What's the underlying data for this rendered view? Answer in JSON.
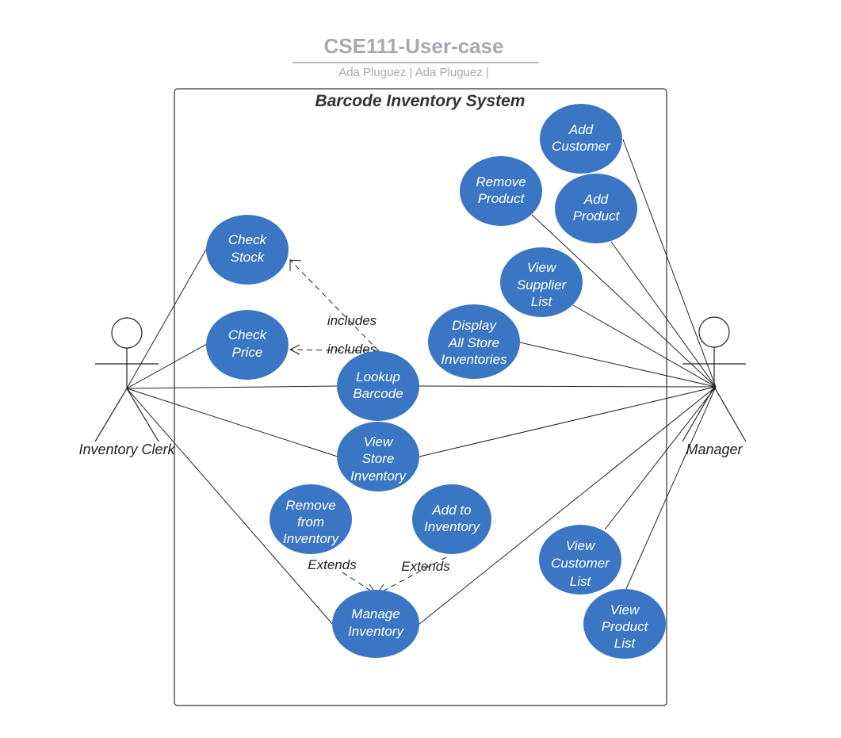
{
  "page": {
    "title": "CSE111-User-case",
    "subtitle": "Ada Pluguez | Ada Pluguez  |"
  },
  "system": {
    "title": "Barcode Inventory System"
  },
  "actors": [
    {
      "id": "clerk",
      "label": "Inventory Clerk"
    },
    {
      "id": "manager",
      "label": "Manager"
    }
  ],
  "use_cases": [
    {
      "id": "add-customer",
      "lines": [
        "Add",
        "Customer"
      ]
    },
    {
      "id": "remove-product",
      "lines": [
        "Remove",
        "Product"
      ]
    },
    {
      "id": "add-product",
      "lines": [
        "Add",
        "Product"
      ]
    },
    {
      "id": "check-stock",
      "lines": [
        "Check",
        "Stock"
      ]
    },
    {
      "id": "view-supplier-list",
      "lines": [
        "View",
        "Supplier",
        "List"
      ]
    },
    {
      "id": "check-price",
      "lines": [
        "Check",
        "Price"
      ]
    },
    {
      "id": "display-all-store-inventories",
      "lines": [
        "Display",
        "All Store",
        "Inventories"
      ]
    },
    {
      "id": "lookup-barcode",
      "lines": [
        "Lookup",
        "Barcode"
      ]
    },
    {
      "id": "view-store-inventory",
      "lines": [
        "View",
        "Store",
        "Inventory"
      ]
    },
    {
      "id": "remove-from-inventory",
      "lines": [
        "Remove",
        "from",
        "Inventory"
      ]
    },
    {
      "id": "add-to-inventory",
      "lines": [
        "Add to",
        "Inventory"
      ]
    },
    {
      "id": "view-customer-list",
      "lines": [
        "View",
        "Customer",
        "List"
      ]
    },
    {
      "id": "view-product-list",
      "lines": [
        "View",
        "Product",
        "List"
      ]
    },
    {
      "id": "manage-inventory",
      "lines": [
        "Manage",
        "Inventory"
      ]
    }
  ],
  "relationships": [
    {
      "id": "includes-stock",
      "label": "includes",
      "from": "lookup-barcode",
      "to": "check-stock"
    },
    {
      "id": "includes-price",
      "label": "includes",
      "from": "lookup-barcode",
      "to": "check-price"
    },
    {
      "id": "extends-remove",
      "label": "Extends",
      "from": "remove-from-inventory",
      "to": "manage-inventory"
    },
    {
      "id": "extends-add",
      "label": "Extends",
      "from": "add-to-inventory",
      "to": "manage-inventory"
    }
  ],
  "colors": {
    "use_case_fill": "#3b76c4",
    "title_gray": "#a6a9b0"
  }
}
